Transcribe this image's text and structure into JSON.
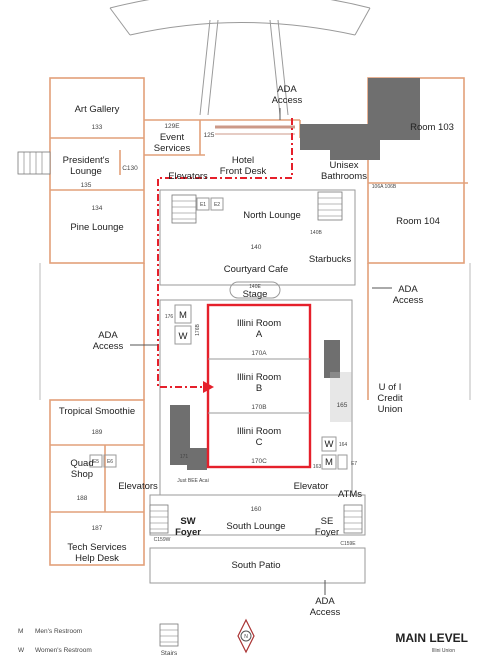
{
  "rooms": {
    "ada_access_top": "ADA Access",
    "art_gallery": "Art Gallery",
    "art_gallery_num": "133",
    "event_services_num": "129E",
    "event_services": "Event Services",
    "num_125": "125",
    "hotel_front_desk": "Hotel Front Desk",
    "room_103": "Room 103",
    "presidents_lounge": "President's Lounge",
    "c130": "C130",
    "num_135": "135",
    "elevators_top": "Elevators",
    "e1": "E1",
    "e2": "E2",
    "unisex_bathrooms": "Unisex Bathrooms",
    "num_106": "106A 106B",
    "num_134": "134",
    "pine_lounge": "Pine Lounge",
    "north_lounge": "North Lounge",
    "room_104": "Room 104",
    "num_140b": "140B",
    "num_140": "140",
    "courtyard_cafe": "Courtyard Cafe",
    "starbucks": "Starbucks",
    "ada_access_right": "ADA Access",
    "num_140e": "140E",
    "stage": "Stage",
    "ada_access_left": "ADA Access",
    "m": "M",
    "w": "W",
    "num_176b": "176B",
    "num_176": "176",
    "illini_a": "Illini Room A",
    "num_170a": "170A",
    "illini_b": "Illini Room B",
    "num_170b": "170B",
    "illini_c": "Illini Room C",
    "num_170c": "170C",
    "u_of_i_credit_union": "U of I Credit Union",
    "num_165": "165",
    "tropical_smoothie": "Tropical Smoothie",
    "num_189": "189",
    "quad_shop": "Quad Shop",
    "num_188": "188",
    "e5": "E5",
    "e6": "E6",
    "elevators_left": "Elevators",
    "num_171": "171",
    "just_bee_acai": "Just BEE Acai",
    "w_164": "W",
    "num_164": "164",
    "m_163": "M",
    "num_163": "163",
    "e7": "E7",
    "elevator_right": "Elevator",
    "atms": "ATMs",
    "num_187": "187",
    "tech_services": "Tech Services Help Desk",
    "sw_foyer": "SW Foyer",
    "c159w": "C159W",
    "num_160": "160",
    "south_lounge": "South Lounge",
    "se_foyer": "SE Foyer",
    "c159e": "C159E",
    "south_patio": "South Patio",
    "ada_access_bottom": "ADA Access"
  },
  "legend": {
    "m_letter": "M",
    "m_label": "Men's Restroom",
    "w_letter": "W",
    "w_label": "Women's Restroom",
    "stairs_label": "Stairs",
    "compass_letter": "N",
    "title": "MAIN LEVEL",
    "subtitle": "Illini Union"
  },
  "colors": {
    "wall": "#e2a07a",
    "highlight": "#e5202b",
    "dark_block": "#6f6f6f"
  }
}
